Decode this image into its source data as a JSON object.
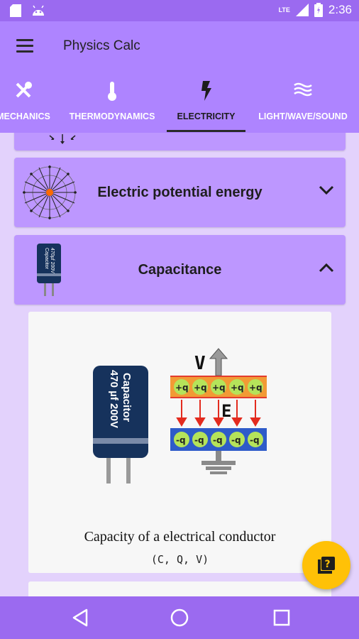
{
  "status_bar": {
    "network": "LTE",
    "time": "2:36"
  },
  "app_bar": {
    "title": "Physics Calc"
  },
  "tabs": [
    {
      "label": "MECHANICS",
      "icon": "tools-icon"
    },
    {
      "label": "THERMODYNAMICS",
      "icon": "thermometer-icon"
    },
    {
      "label": "ELECTRICITY",
      "icon": "lightning-icon",
      "active": true
    },
    {
      "label": "LIGHT/WAVE/SOUND",
      "icon": "waves-icon"
    }
  ],
  "topics": [
    {
      "title": "Electric potential energy",
      "expanded": false
    },
    {
      "title": "Capacitance",
      "expanded": true
    }
  ],
  "capacitance_panel": {
    "capacitor_label_1": "Capacitor",
    "capacitor_label_2": "470 µf  200V",
    "thumb_label_1": "Capacitor",
    "thumb_label_2": "470µf 200V",
    "voltage_label": "V",
    "field_label": "E",
    "positive_charge": "+q",
    "negative_charge": "-q",
    "description": "Capacity of a electrical conductor",
    "variables": "(C, Q, V)"
  },
  "colors": {
    "accent": "#AE84FF",
    "card": "#BD97FF",
    "background": "#E3D2FC",
    "fab": "#FFC107",
    "status": "#9B6AF0"
  }
}
